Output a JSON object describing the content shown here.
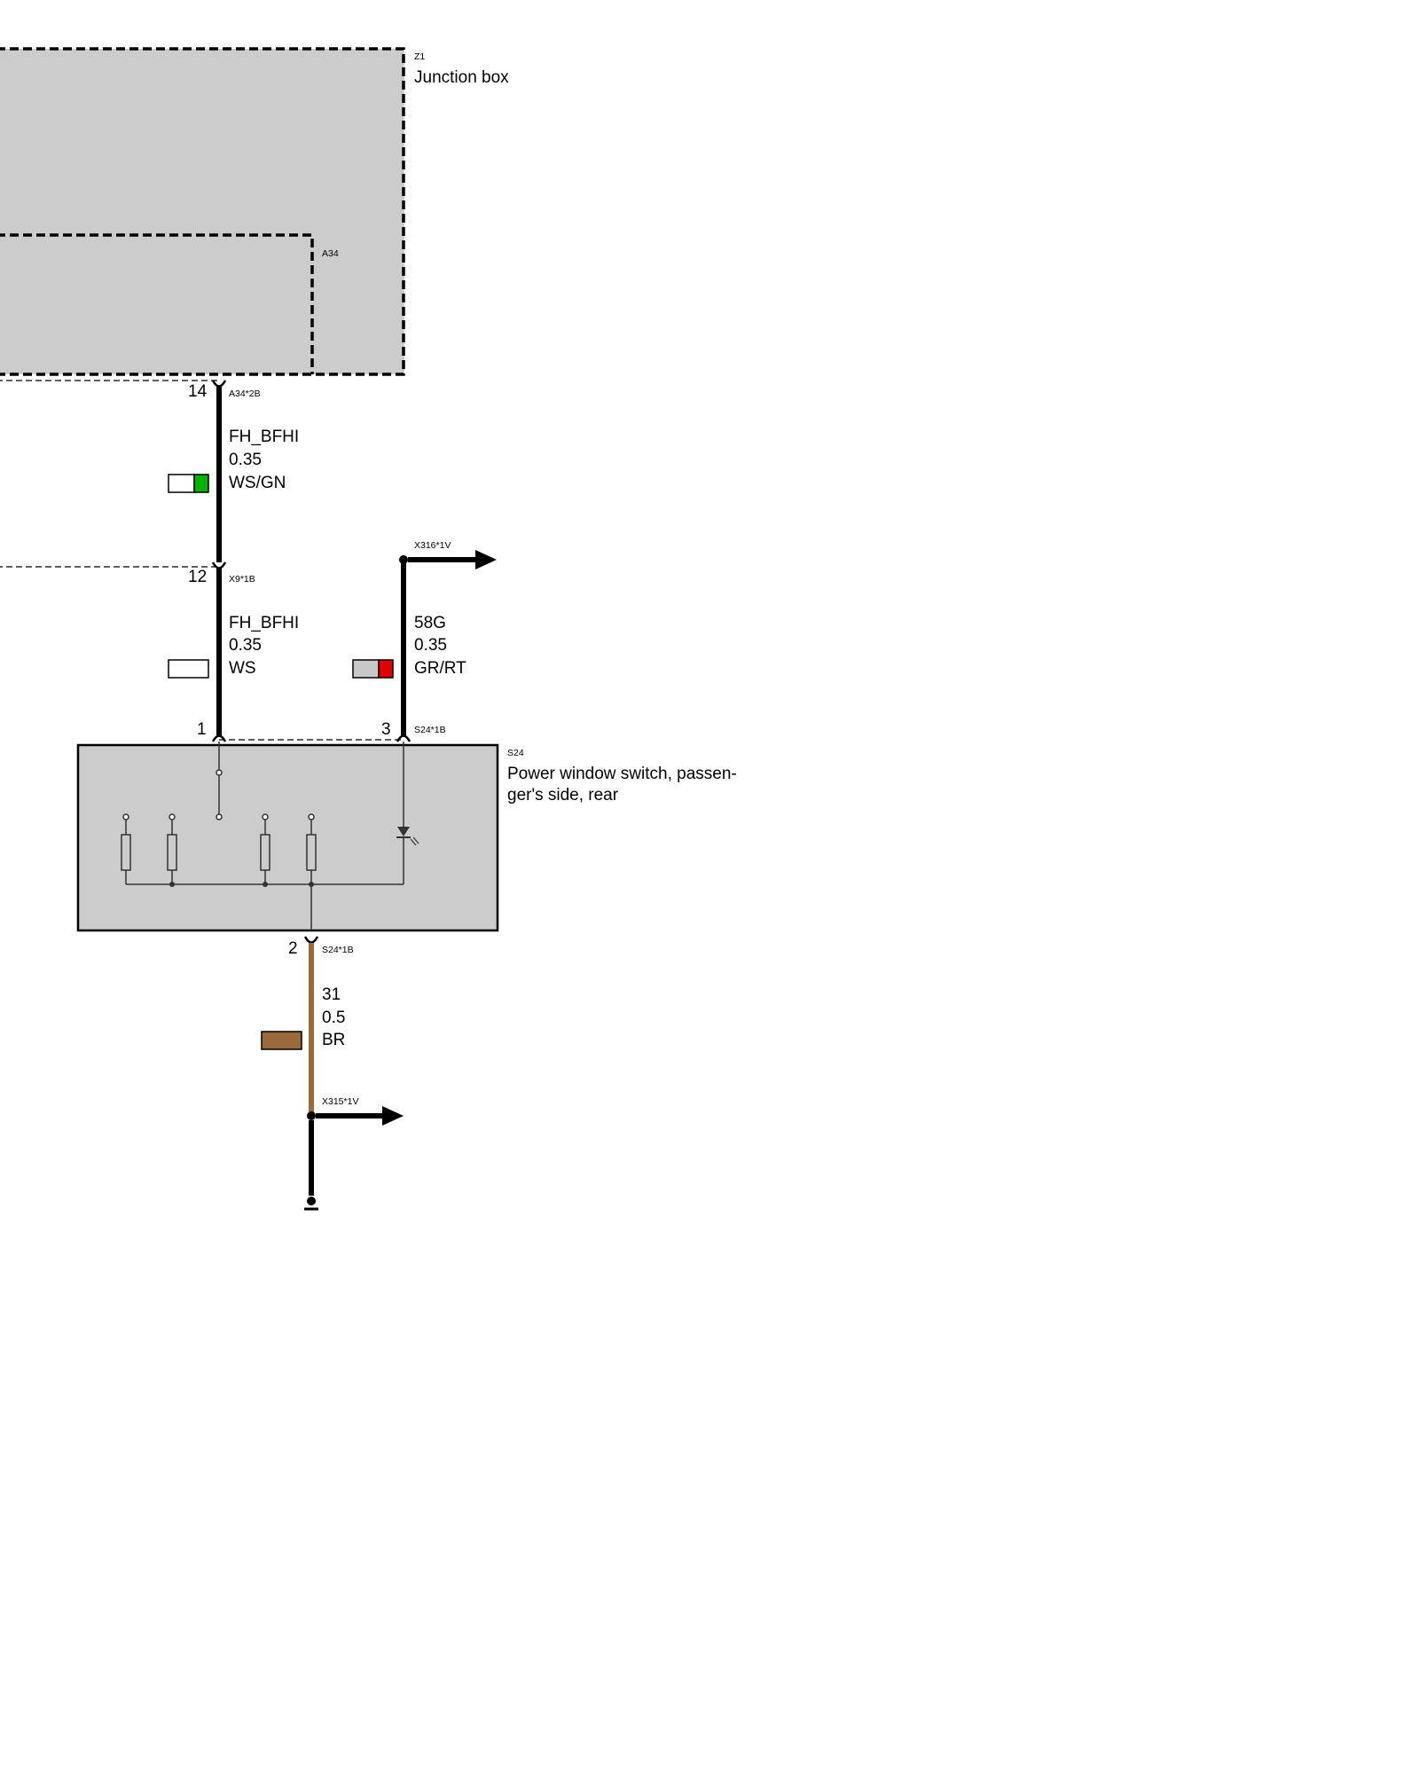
{
  "junction_box": {
    "id": "Z1",
    "name": "Junction box"
  },
  "module_a34": {
    "id": "A34"
  },
  "switch": {
    "id": "S24",
    "name_line1": "Power window switch, passen-",
    "name_line2": "ger's side, rear"
  },
  "connectors": {
    "a34_2b": {
      "pin": "14",
      "label": "A34*2B"
    },
    "x9_1b": {
      "pin": "12",
      "label": "X9*1B"
    },
    "s24_1b_pin1": {
      "pin": "1"
    },
    "s24_1b_pin3": {
      "pin": "3",
      "label": "S24*1B"
    },
    "s24_1b_pin2": {
      "pin": "2",
      "label": "S24*1B"
    },
    "x316_1v": {
      "label": "X316*1V"
    },
    "x315_1v": {
      "label": "X315*1V"
    }
  },
  "wires": {
    "upper": {
      "signal": "FH_BFHI",
      "size": "0.35",
      "color": "WS/GN",
      "swatch": [
        "#ffffff",
        "#00b400"
      ]
    },
    "middle": {
      "signal": "FH_BFHI",
      "size": "0.35",
      "color": "WS",
      "swatch": [
        "#ffffff"
      ]
    },
    "right": {
      "signal": "58G",
      "size": "0.35",
      "color": "GR/RT",
      "swatch": [
        "#c8c8c8",
        "#e00000"
      ]
    },
    "ground": {
      "signal": "31",
      "size": "0.5",
      "color": "BR",
      "swatch": [
        "#9a6a3c"
      ]
    }
  },
  "colors": {
    "box_fill": "#cccccc",
    "wire_black": "#000000",
    "wire_brown": "#9a6a3c"
  }
}
